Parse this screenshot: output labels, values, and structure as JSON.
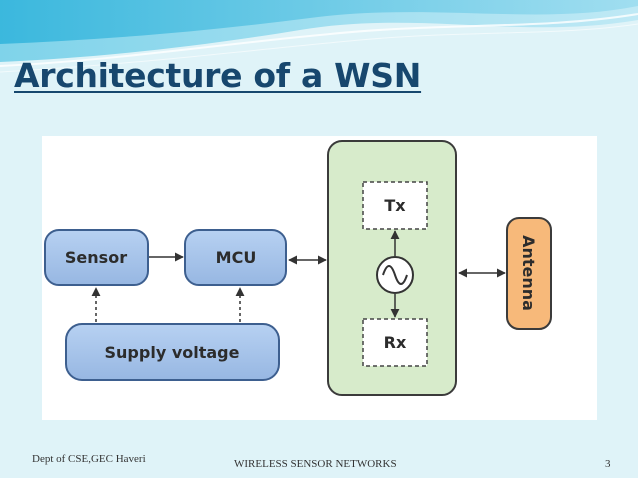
{
  "slide": {
    "title": "Architecture of a WSN",
    "footer_left": "Dept of CSE,GEC Haveri",
    "footer_center": "WIRELESS SENSOR NETWORKS",
    "page_number": "3"
  },
  "diagram": {
    "blocks": {
      "sensor": "Sensor",
      "mcu": "MCU",
      "supply": "Supply voltage",
      "tx": "Tx",
      "rx": "Rx",
      "antenna": "Antenna"
    },
    "icons": {
      "oscillator": "sine-wave-icon"
    },
    "colors": {
      "blue_block": "#a7c4ea",
      "blue_border": "#3d5f8f",
      "radio_fill": "#d7ebcb",
      "radio_border": "#3b3b3b",
      "antenna_fill": "#f7b97a",
      "title": "#17476e"
    }
  }
}
